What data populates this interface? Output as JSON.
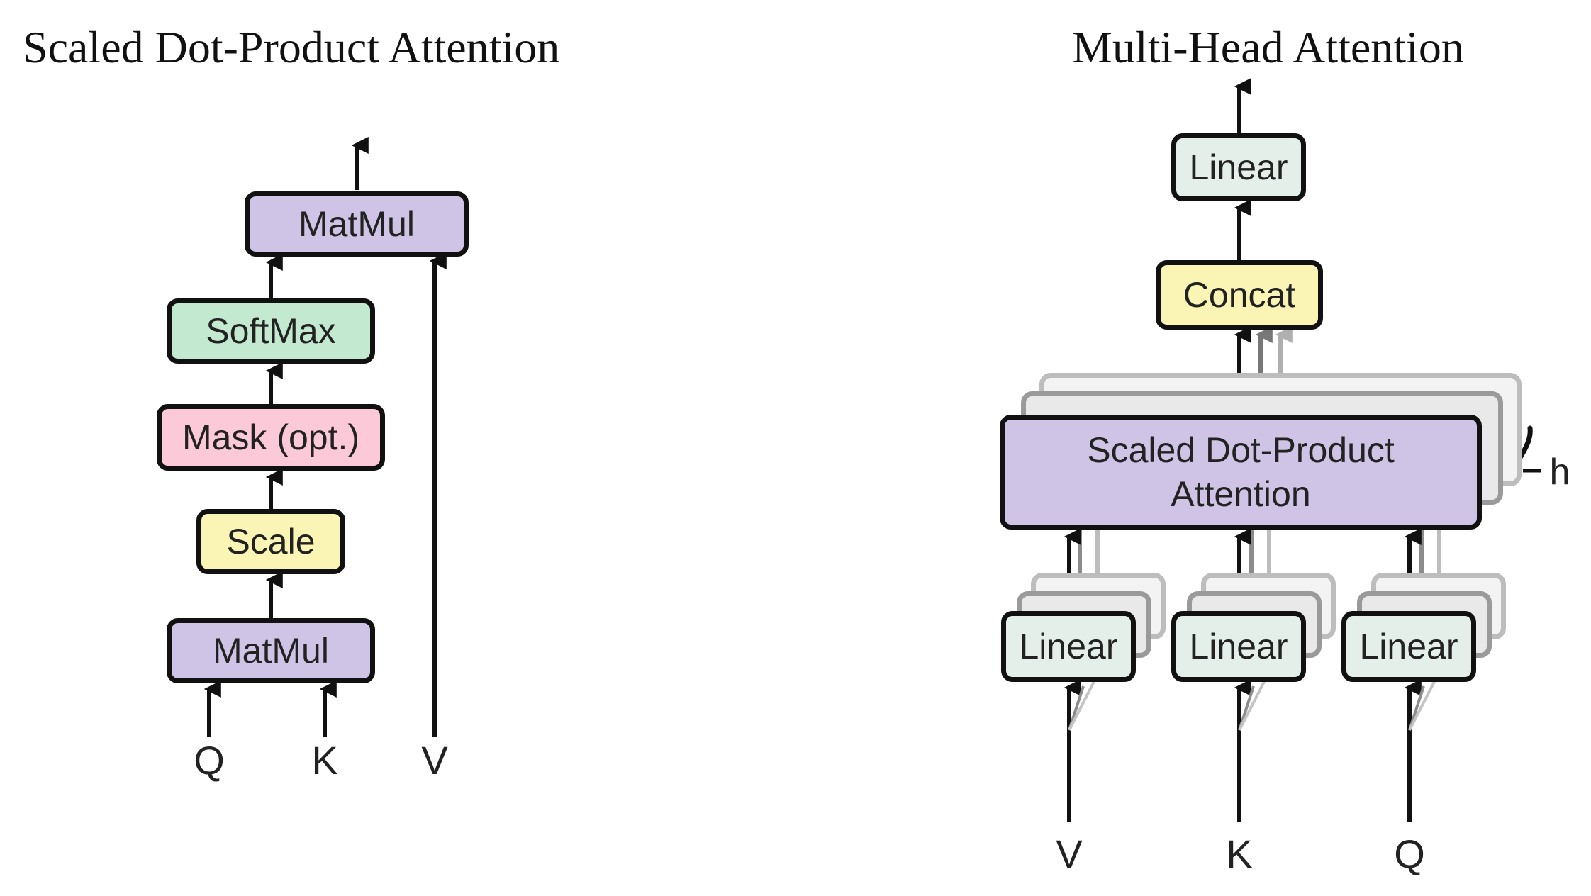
{
  "left": {
    "title": "Scaled Dot-Product Attention",
    "matmul_top": "MatMul",
    "softmax": "SoftMax",
    "mask": "Mask (opt.)",
    "scale": "Scale",
    "matmul_bottom": "MatMul",
    "inputs": {
      "q": "Q",
      "k": "K",
      "v": "V"
    }
  },
  "right": {
    "title": "Multi-Head Attention",
    "linear_out": "Linear",
    "concat": "Concat",
    "attention_line1": "Scaled Dot-Product",
    "attention_line2": "Attention",
    "heads_label": "h",
    "linear_v": "Linear",
    "linear_k": "Linear",
    "linear_q": "Linear",
    "inputs": {
      "v": "V",
      "k": "K",
      "q": "Q"
    }
  },
  "colors": {
    "matmul": "#cfc3e6",
    "softmax": "#c3e9d1",
    "mask": "#fbc9d8",
    "scale": "#fbf5b5",
    "linear": "#e5efea",
    "concat": "#fbf5b5",
    "attention": "#cfc3e6"
  }
}
